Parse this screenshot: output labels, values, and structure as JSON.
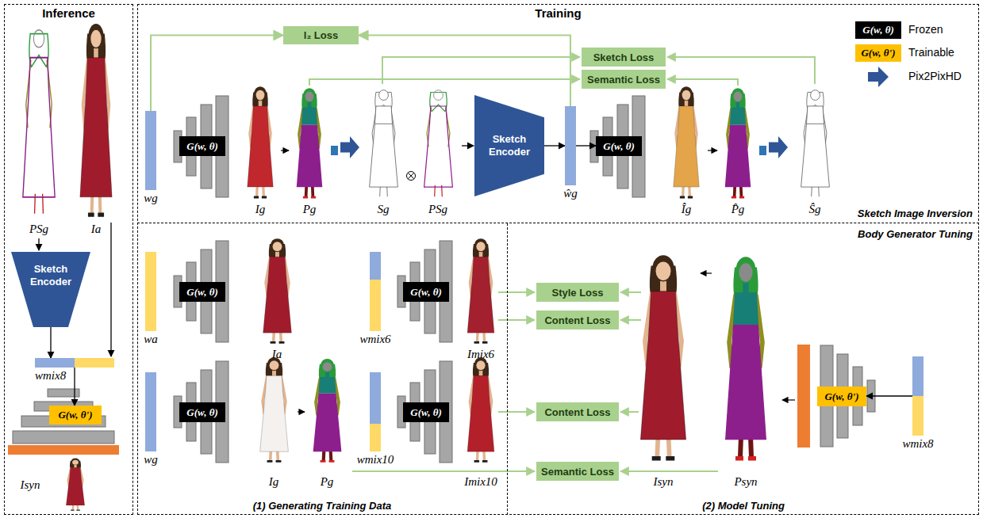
{
  "diagram": {
    "nodes": [
      {
        "text": [
          "Inference"
        ]
      },
      {
        "text": [
          "Training"
        ]
      },
      {
        "text": [
          "Sketch Image Inversion"
        ],
        "in": 1
      },
      {
        "text": [
          "Body Generator Tuning"
        ],
        "in": 1
      },
      {
        "text": [
          "(1) Generating Training Data"
        ],
        "in": 3
      },
      {
        "text": [
          "(2) Model Tuning"
        ],
        "in": 3
      },
      {
        "text": [
          "Sketch Encoder"
        ],
        "in": 0
      },
      {
        "text": [
          "wmix8"
        ],
        "in": 0
      },
      {
        "text": [
          "G(w, θ')"
        ],
        "in": 0
      },
      {
        "text": [
          "l₂ Loss"
        ],
        "in": 2
      },
      {
        "text": [
          "Sketch Loss"
        ],
        "in": 2
      },
      {
        "text": [
          "Semantic Loss"
        ],
        "in": 2
      },
      {
        "text": [
          "wg"
        ],
        "in": 2
      },
      {
        "text": [
          "G(w, θ)"
        ],
        "in": 2
      },
      {
        "text": [
          "Sketch Encoder"
        ],
        "in": 2
      },
      {
        "text": [
          "ŵg"
        ],
        "in": 2
      },
      {
        "text": [
          "G(w, θ)"
        ],
        "in": 2
      },
      {
        "text": [
          "wa"
        ],
        "in": 4
      },
      {
        "text": [
          "G(w, θ)"
        ],
        "in": 4
      },
      {
        "text": [
          "wmix6"
        ],
        "in": 4
      },
      {
        "text": [
          "G(w, θ)"
        ],
        "in": 4
      },
      {
        "text": [
          "wg"
        ],
        "in": 4
      },
      {
        "text": [
          "G(w, θ)"
        ],
        "in": 4
      },
      {
        "text": [
          "wmix10"
        ],
        "in": 4
      },
      {
        "text": [
          "G(w, θ)"
        ],
        "in": 4
      },
      {
        "text": [
          "Style Loss"
        ],
        "in": 5
      },
      {
        "text": [
          "Content Loss"
        ],
        "in": 5
      },
      {
        "text": [
          "Content Loss"
        ],
        "in": 5
      },
      {
        "text": [
          "Semantic Loss"
        ],
        "in": 5
      },
      {
        "text": [
          "G(w, θ')"
        ],
        "in": 5
      },
      {
        "text": [
          "wmix8"
        ],
        "in": 5
      }
    ],
    "edges": [
      {
        "from": 6,
        "to": 7,
        "arrow": "to"
      },
      {
        "from": 7,
        "to": 8,
        "arrow": "to"
      },
      {
        "from": 12,
        "to": 9,
        "arrow": "to"
      },
      {
        "from": 15,
        "to": 9,
        "arrow": "to"
      },
      {
        "from": 14,
        "to": 15,
        "arrow": "to"
      },
      {
        "from": 15,
        "to": 16,
        "arrow": "to"
      },
      {
        "from": 30,
        "to": 29,
        "arrow": "to"
      }
    ],
    "labels": [
      "G(w, θ)",
      "G(w, θ')",
      "PSg",
      "Ia",
      "Isyn",
      "Ig",
      "Pg",
      "Sg",
      "PSg",
      "Îg",
      "P̂g",
      "Ŝg",
      "Ia",
      "Imix6",
      "Ig",
      "Pg",
      "Imix10",
      "Isyn",
      "Psyn"
    ],
    "legend": [
      {
        "text": "Frozen",
        "color": "#000000"
      },
      {
        "text": "Trainable",
        "color": "#ffc000"
      },
      {
        "text": "Pix2PixHD"
      }
    ]
  }
}
